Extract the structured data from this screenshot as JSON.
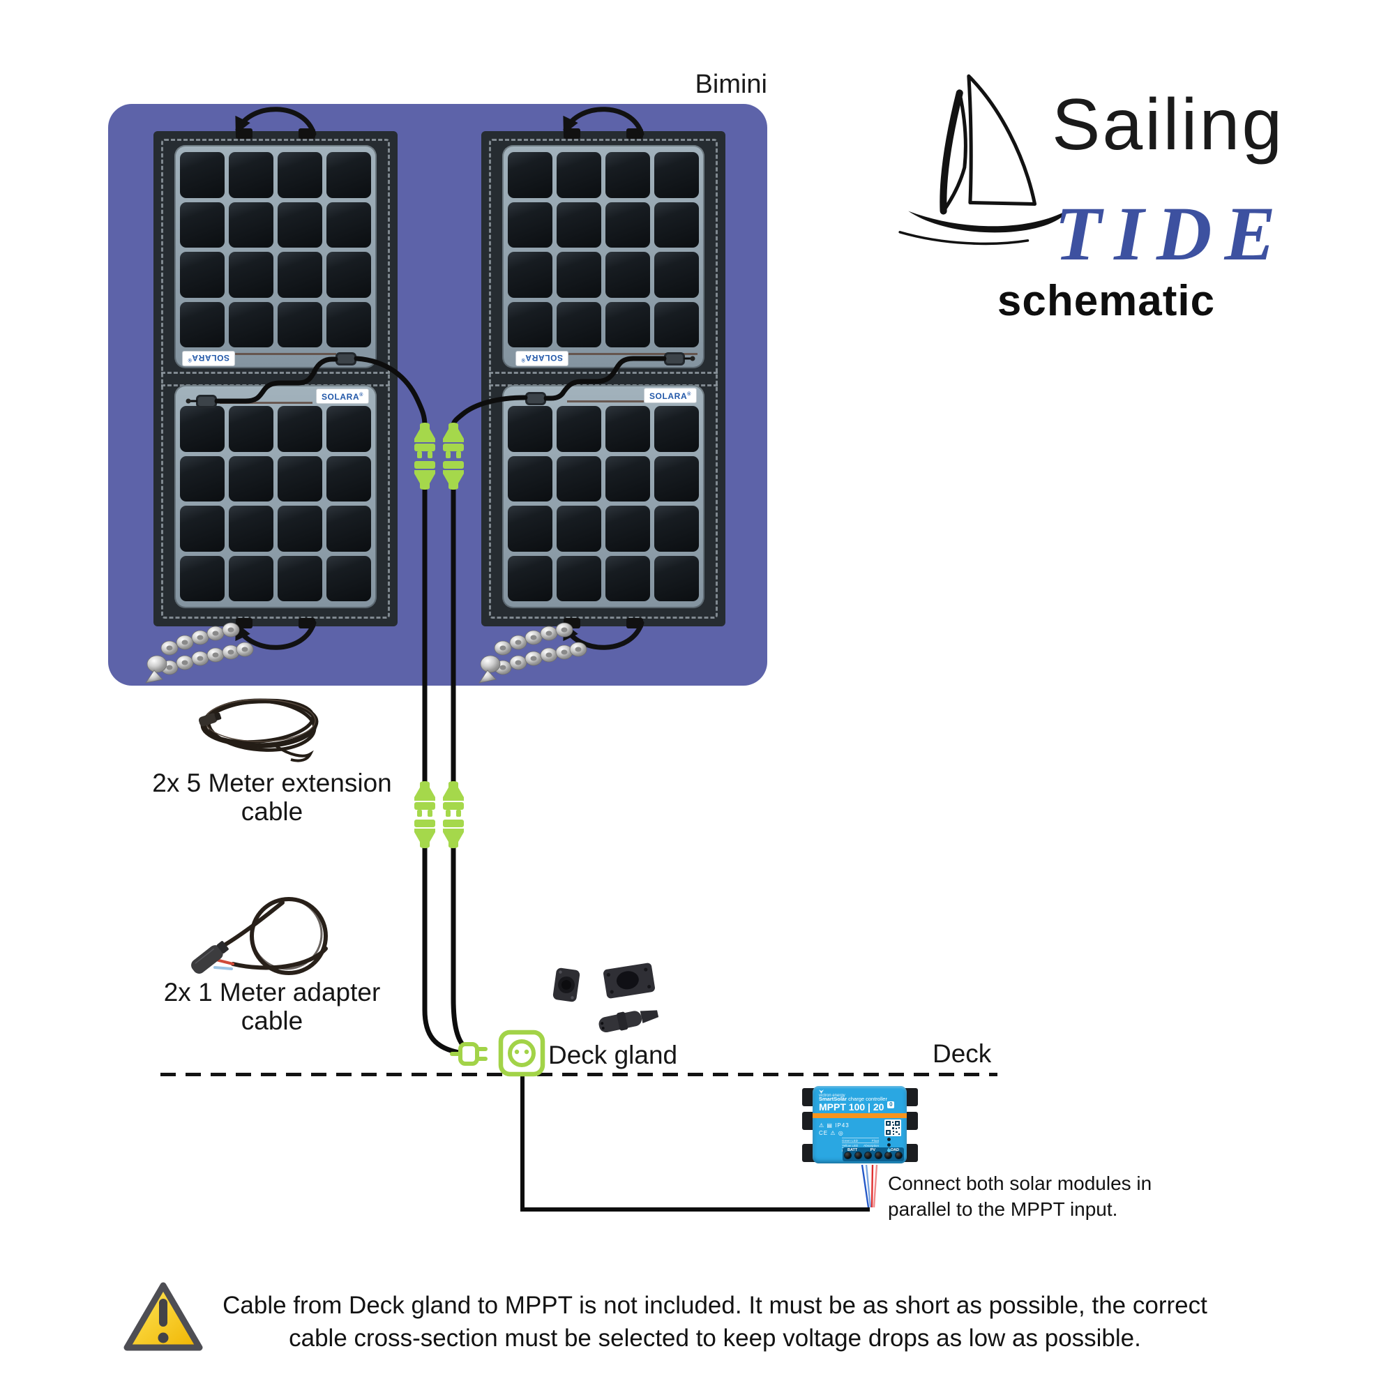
{
  "bimini": {
    "label": "Bimini"
  },
  "brand": {
    "name_top": "Sailing",
    "name_bottom": "TIDE",
    "subtitle": "schematic"
  },
  "solar_panel": {
    "maker": "SOLARA",
    "reg_mark": "®"
  },
  "components": {
    "extension_cable": {
      "line1": "2x 5 Meter extension",
      "line2": "cable"
    },
    "adapter_cable": {
      "line1": "2x 1 Meter adapter",
      "line2": "cable"
    },
    "deck_gland": {
      "label": "Deck gland"
    },
    "deck": {
      "label": "Deck"
    }
  },
  "mppt": {
    "vendor": "victron energy",
    "product_bold": "SmartSolar",
    "product_rest": " charge controller",
    "model": "MPPT 100 | 20",
    "model_badge": "0",
    "ip": "IP43",
    "ce": "CE",
    "leds": [
      {
        "name": "Green LED",
        "mode": "Float"
      },
      {
        "name": "Yellow LED",
        "mode": "Absorption"
      },
      {
        "name": "Blue LED",
        "mode": "Bulk"
      }
    ],
    "terminals": [
      "BATT",
      "PV",
      "LOAD"
    ]
  },
  "notes": {
    "parallel_line1": "Connect both solar modules in",
    "parallel_line2": "parallel to the MPPT input.",
    "warning_line1": "Cable from Deck gland to MPPT is not included. It must be as short as possible, the correct",
    "warning_line2": "cable cross-section must be selected to keep voltage drops as low as possible."
  },
  "colors": {
    "bimini_purple": "#5d63a9",
    "connector_green": "#a5d84b",
    "tide_blue": "#3d51a0",
    "mppt_blue": "#2aa7e2",
    "mppt_orange": "#f7941e",
    "warning_yellow": "#f5bb13",
    "cable_black": "#0d0d0d"
  }
}
